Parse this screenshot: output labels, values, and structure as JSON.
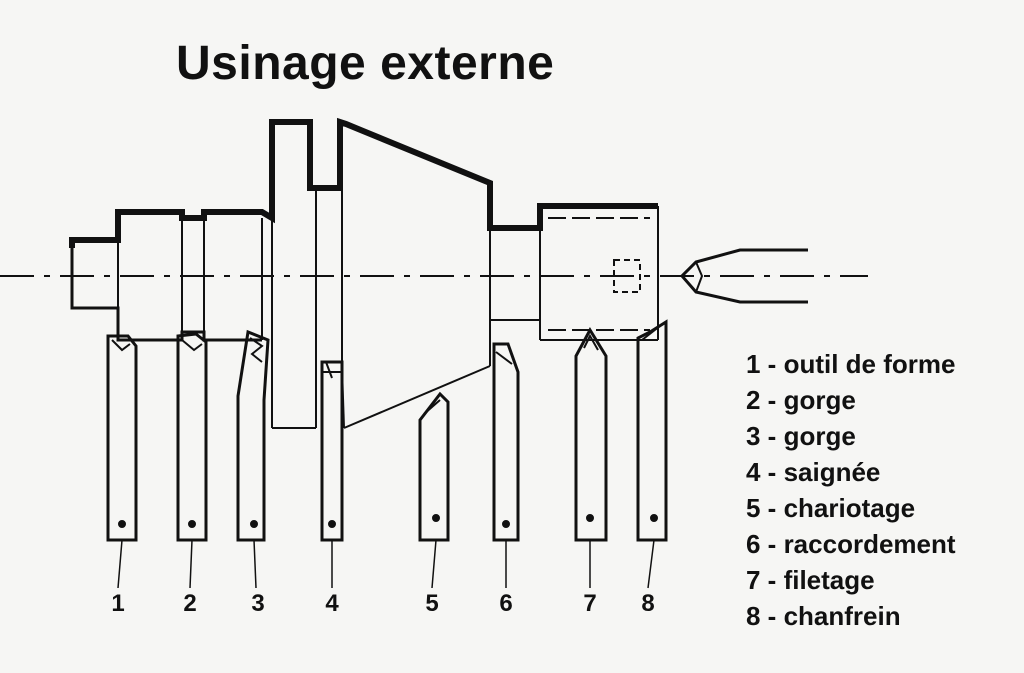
{
  "title": "Usinage externe",
  "legend": [
    {
      "number": "1",
      "text": "1 - outil de forme"
    },
    {
      "number": "2",
      "text": "2 - gorge"
    },
    {
      "number": "3",
      "text": "3 - gorge"
    },
    {
      "number": "4",
      "text": "4 - saignée"
    },
    {
      "number": "5",
      "text": "5 - chariotage"
    },
    {
      "number": "6",
      "text": "6 - raccordement"
    },
    {
      "number": "7",
      "text": "7 - filetage"
    },
    {
      "number": "8",
      "text": "8 - chanfrein"
    }
  ],
  "tool_numbers": [
    "1",
    "2",
    "3",
    "4",
    "5",
    "6",
    "7",
    "8"
  ],
  "colors": {
    "ink": "#111111",
    "paper": "#f6f6f4"
  }
}
